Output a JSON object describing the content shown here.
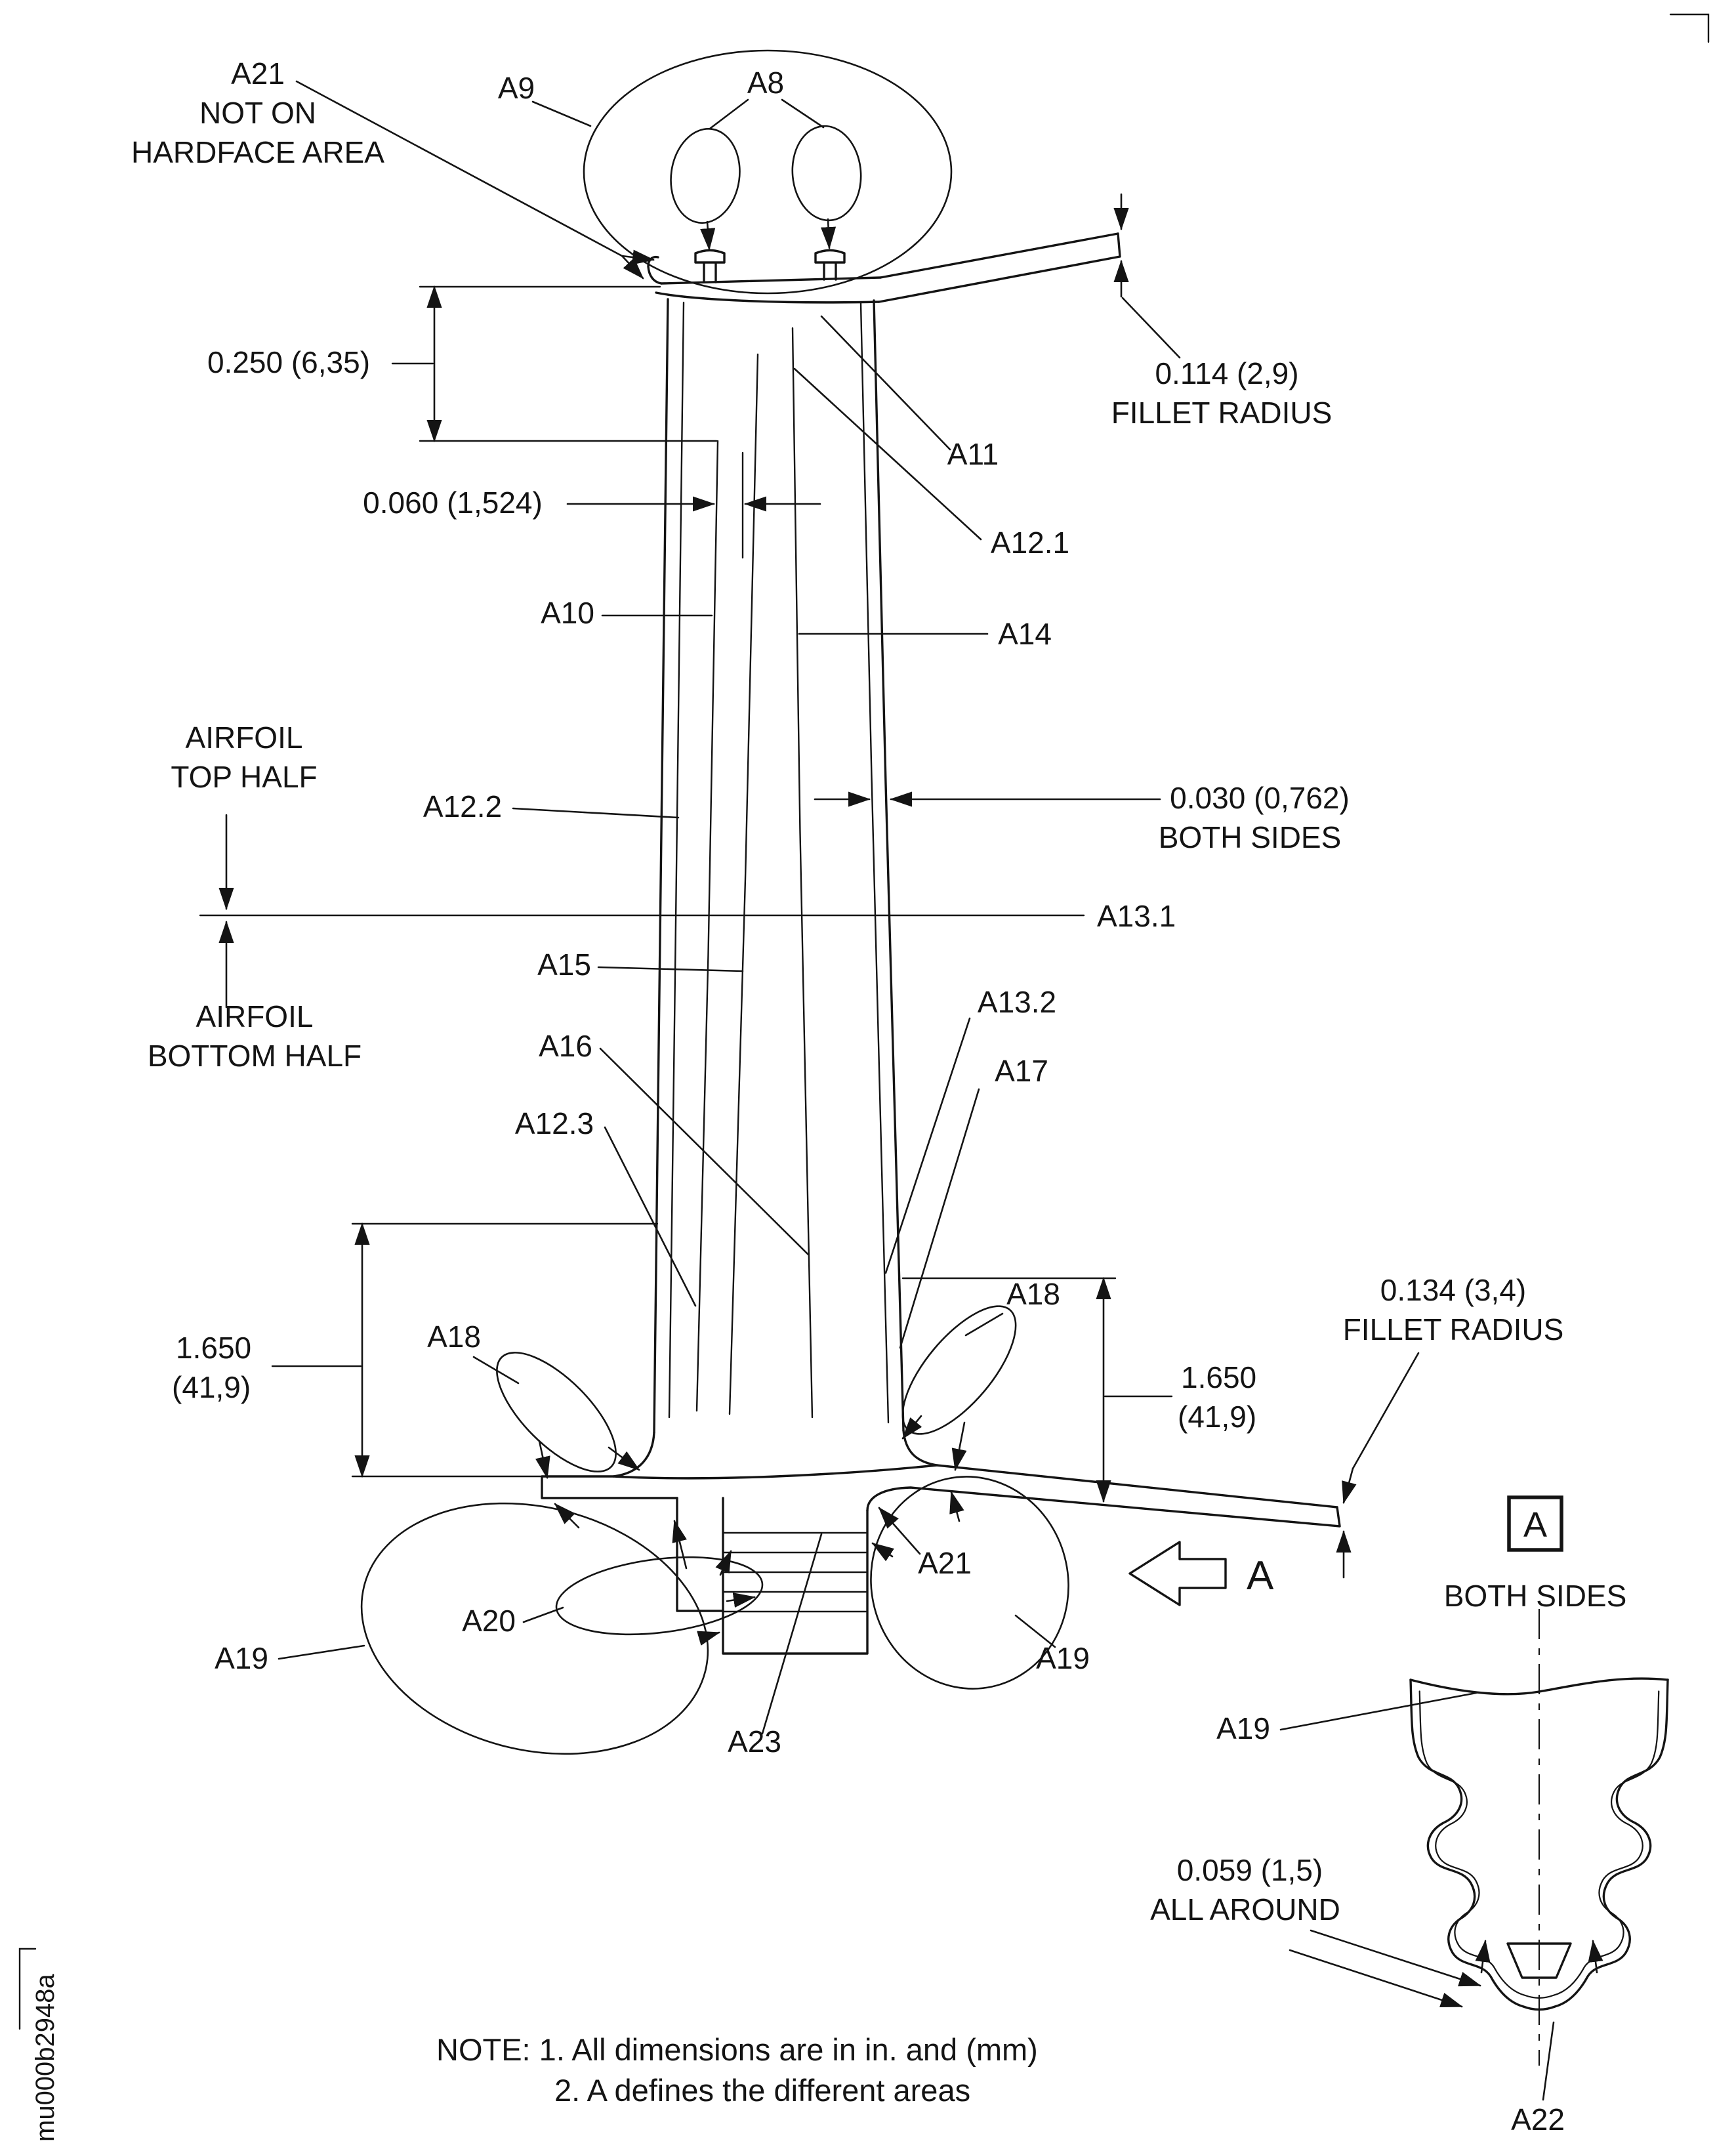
{
  "drawing_id": "mu000b2948a",
  "callouts": {
    "a8": "A8",
    "a9": "A9",
    "a10": "A10",
    "a11": "A11",
    "a12_1": "A12.1",
    "a12_2": "A12.2",
    "a12_3": "A12.3",
    "a13_1": "A13.1",
    "a13_2": "A13.2",
    "a14": "A14",
    "a15": "A15",
    "a16": "A16",
    "a17": "A17",
    "a18": "A18",
    "a19": "A19",
    "a20": "A20",
    "a21": "A21",
    "a22": "A22",
    "a23": "A23"
  },
  "hardface_note": {
    "line1": "A21",
    "line2": "NOT ON",
    "line3": "HARDFACE AREA"
  },
  "airfoil_sections": {
    "top_line1": "AIRFOIL",
    "top_line2": "TOP HALF",
    "bottom_line1": "AIRFOIL",
    "bottom_line2": "BOTTOM HALF"
  },
  "dimensions": {
    "shroud_depth": "0.250 (6,35)",
    "hardface_offset": "0.060 (1,524)",
    "tip_fillet": "0.114 (2,9)",
    "tip_fillet_caption": "FILLET RADIUS",
    "side_coating": "0.030 (0,762)",
    "side_coating_caption": "BOTH SIDES",
    "left_height_in": "1.650",
    "left_height_mm": "(41,9)",
    "right_height_in": "1.650",
    "right_height_mm": "(41,9)",
    "platform_fillet": "0.134 (3,4)",
    "platform_fillet_caption": "FILLET RADIUS",
    "detail_coating": "0.059 (1,5)",
    "detail_coating_caption": "ALL AROUND"
  },
  "view_a": {
    "direction_label": "A",
    "box_letter": "A",
    "caption": "BOTH SIDES"
  },
  "notes": {
    "line1": "NOTE: 1. All dimensions are in in. and (mm)",
    "line2": "2. A defines the different areas"
  }
}
